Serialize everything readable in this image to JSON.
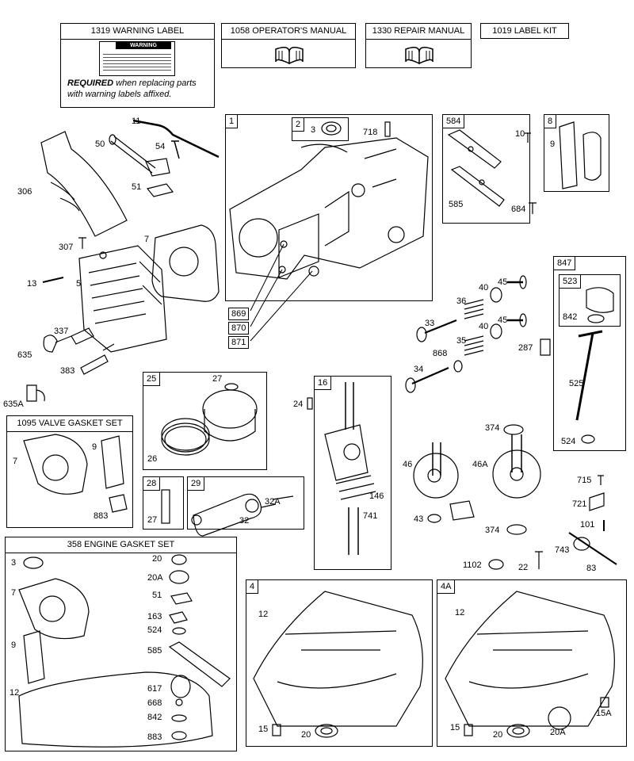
{
  "top": {
    "warning_label": {
      "title": "1319 WARNING LABEL",
      "sticker": "WARNING",
      "required_bold": "REQUIRED",
      "required_rest": " when replacing parts",
      "required_line2": "with warning labels affixed."
    },
    "operators_manual": "1058 OPERATOR'S MANUAL",
    "repair_manual": "1330 REPAIR MANUAL",
    "label_kit": "1019 LABEL KIT"
  },
  "groups": {
    "g1": "1",
    "g2": "2",
    "g584": "584",
    "g8": "8",
    "g847": "847",
    "g523": "523",
    "g25": "25",
    "g16": "16",
    "g28": "28",
    "g29": "29",
    "g4": "4",
    "g4a": "4A"
  },
  "kits": {
    "valve_gasket_set": "1095 VALVE GASKET SET",
    "engine_gasket_set": "358 ENGINE GASKET SET"
  },
  "parts": {
    "p11": "11",
    "p50": "50",
    "p54": "54",
    "p51": "51",
    "p306": "306",
    "p307": "307",
    "p7": "7",
    "p13": "13",
    "p5": "5",
    "p337": "337",
    "p635": "635",
    "p383": "383",
    "p635a": "635A",
    "p3": "3",
    "p718": "718",
    "p869": "869",
    "p870": "870",
    "p871": "871",
    "p585": "585",
    "p684": "684",
    "p10": "10",
    "p9": "9",
    "p45a": "45",
    "p40a": "40",
    "p36": "36",
    "p33": "33",
    "p40b": "40",
    "p45b": "45",
    "p35": "35",
    "p868": "868",
    "p34": "34",
    "p287": "287",
    "p842": "842",
    "p525": "525",
    "p524": "524",
    "p27": "27",
    "p26": "26",
    "p24": "24",
    "p146": "146",
    "p741": "741",
    "p27b": "27",
    "p32a": "32A",
    "p32": "32",
    "v7": "7",
    "v9": "9",
    "v883": "883",
    "p374a": "374",
    "p46": "46",
    "p46a": "46A",
    "p43": "43",
    "p374b": "374",
    "p715": "715",
    "p721": "721",
    "p101": "101",
    "p743": "743",
    "p1102": "1102",
    "p22": "22",
    "p83": "83",
    "e3": "3",
    "e7": "7",
    "e9": "9",
    "e12": "12",
    "e20": "20",
    "e20a": "20A",
    "e51": "51",
    "e163": "163",
    "e524": "524",
    "e585": "585",
    "e617": "617",
    "e668": "668",
    "e842": "842",
    "e883": "883",
    "s12": "12",
    "s15": "15",
    "s20": "20",
    "t12": "12",
    "t15": "15",
    "t20": "20",
    "t20a": "20A",
    "t15a": "15A"
  }
}
